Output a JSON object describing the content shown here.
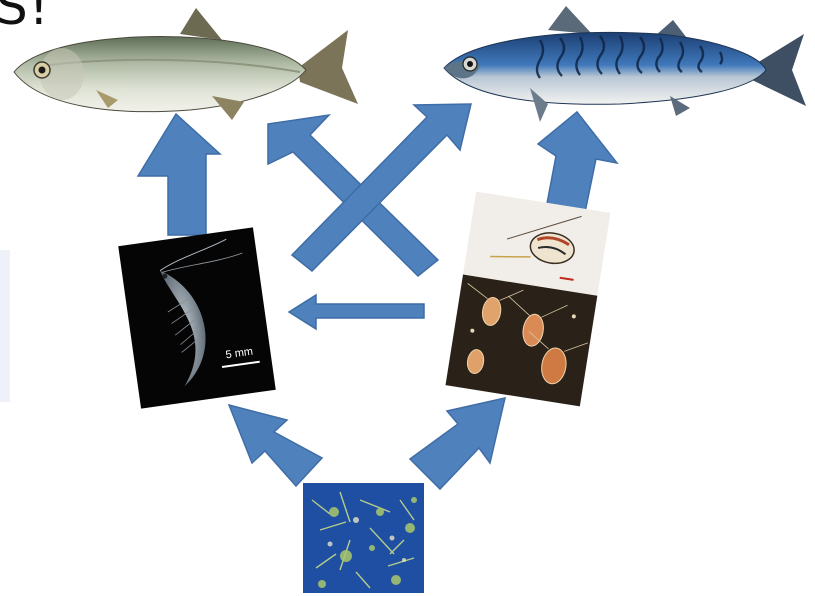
{
  "slide": {
    "title_fragment": "S!"
  },
  "diagram": {
    "nodes": {
      "herring": "herring-fish",
      "mackerel": "mackerel-fish",
      "krill": "krill-photo",
      "copepods": "copepods-photo",
      "phytoplankton": "phytoplankton-photo"
    },
    "krill_scale_label": "5 mm",
    "colors": {
      "arrow": "#4f81bd",
      "arrow_edge": "#3f6da6",
      "krill_bg": "#050505",
      "phyto_bg": "#1f4fa3",
      "copepod_bg": "#2a2218"
    }
  }
}
